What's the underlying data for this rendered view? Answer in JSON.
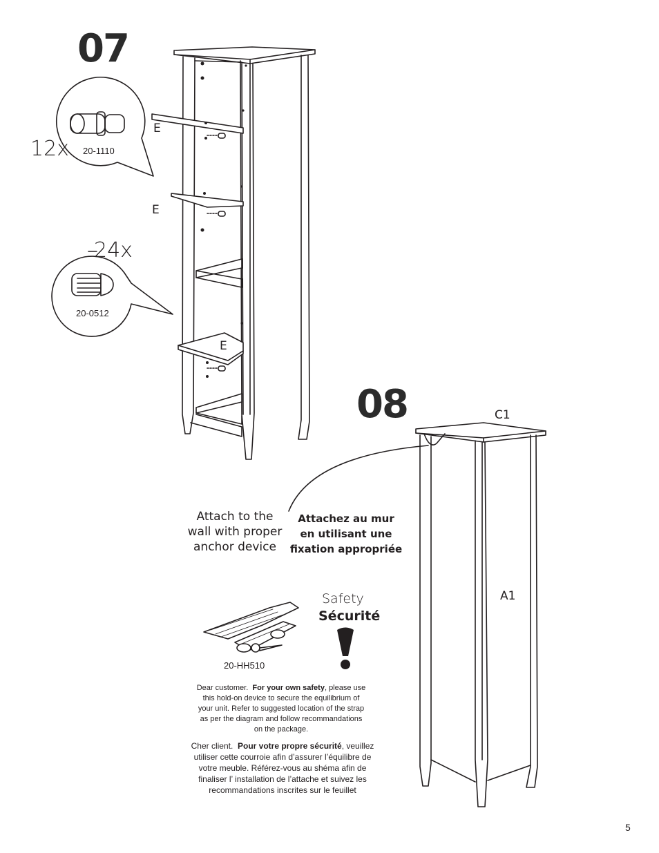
{
  "page_number": "5",
  "step07": {
    "number": "07",
    "dowel": {
      "quantity": "12x",
      "code": "20-1110"
    },
    "pin": {
      "quantity": "24x",
      "code": "20-0512"
    },
    "shelf_label": "E"
  },
  "step08": {
    "number": "08",
    "top_label": "C1",
    "side_label": "A1",
    "attach_en": [
      "Attach to the",
      "wall with proper",
      "anchor device"
    ],
    "attach_fr": [
      "Attachez au mur",
      "en utilisant une",
      "fixation appropriée"
    ],
    "safety_en": "Safety",
    "safety_fr": "Sécurité",
    "strap_code": "20-HH510",
    "notice_en": {
      "greeting": "Dear customer.",
      "emphasis": "For your own safety",
      "rest": ", please use this hold-on device to secure the equilibrium of your unit.  Refer to suggested location of the strap as per the diagram and follow recommandations on the package."
    },
    "notice_fr": {
      "greeting": "Cher client.",
      "emphasis": "Pour votre propre sécurité",
      "rest": ", veuillez utiliser cette courroie afin d’assurer l’équilibre de votre meuble.  Référez-vous au shéma afin de finaliser l’ installation de l’attache et suivez les recommandations inscrites sur le feuillet"
    }
  }
}
